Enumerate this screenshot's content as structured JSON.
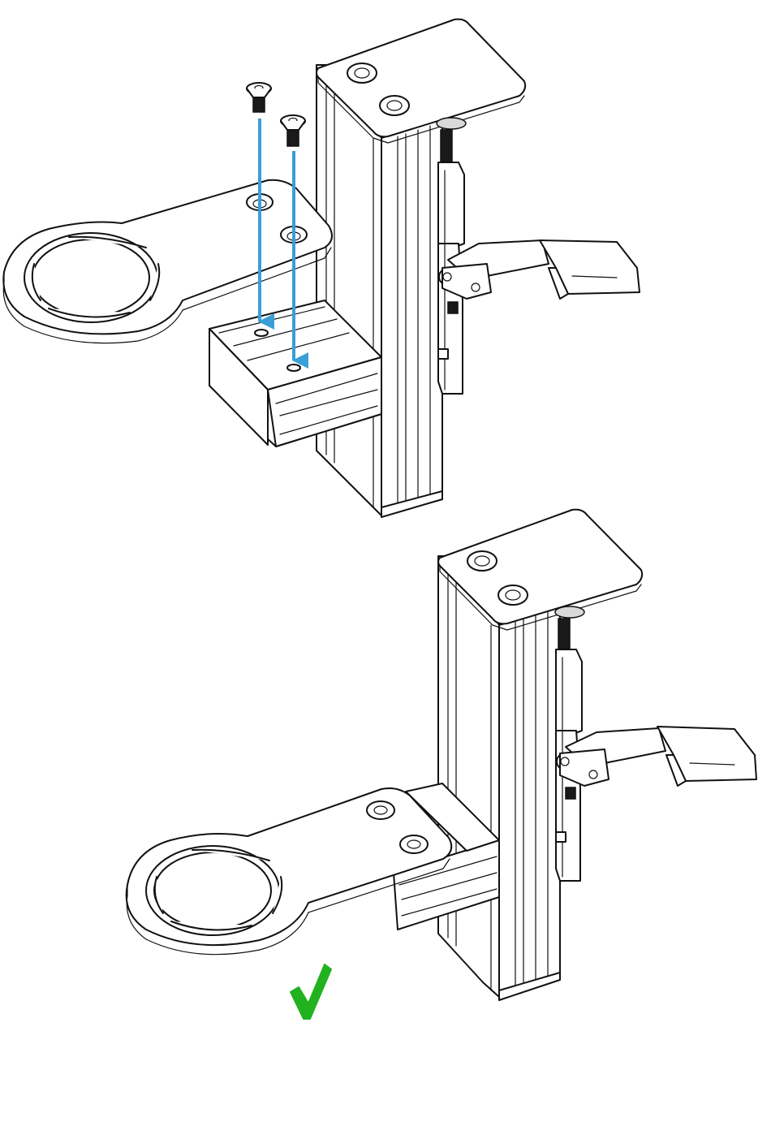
{
  "diagram": {
    "steps": [
      {
        "id": "step-1",
        "content": "insert-screws"
      },
      {
        "id": "step-2",
        "content": "assembled"
      }
    ],
    "colors": {
      "arrow": "#3a9fd6",
      "check": "#22b21f",
      "line": "#111111",
      "fill": "#ffffff"
    },
    "icons": [
      "screw-icon",
      "down-arrow-icon",
      "checkmark-icon"
    ]
  }
}
